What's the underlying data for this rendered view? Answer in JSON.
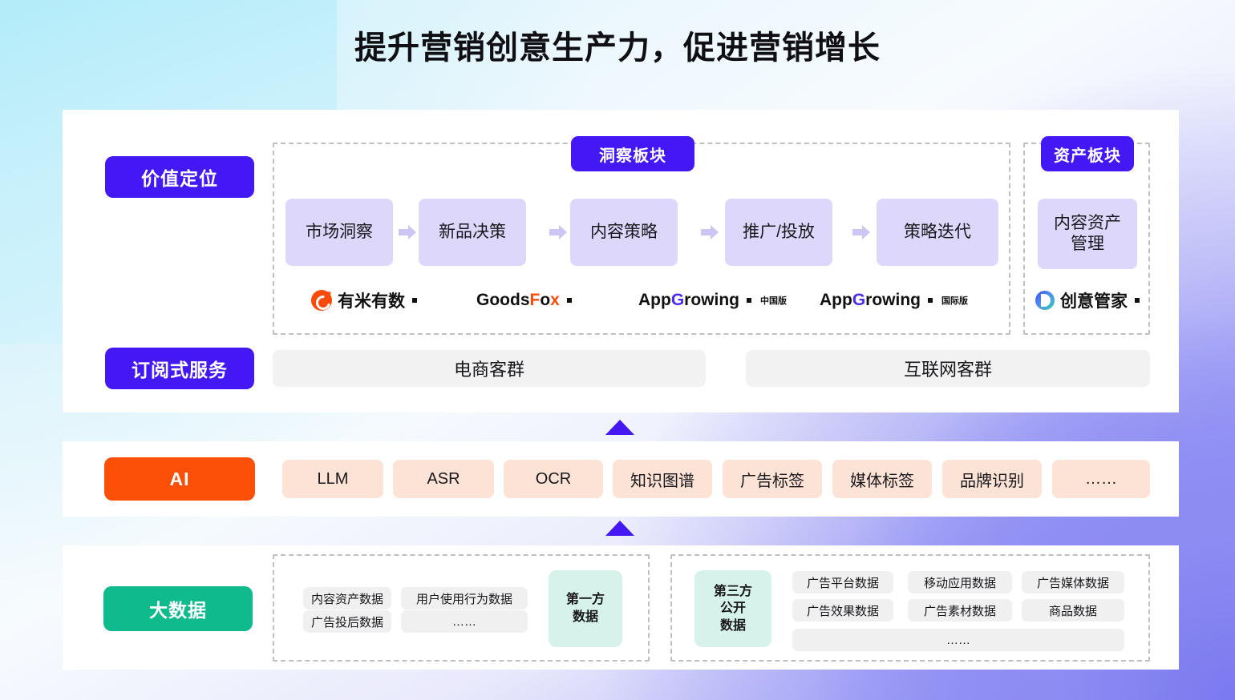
{
  "page": {
    "title": "提升营销创意生产力，促进营销增长"
  },
  "layers": {
    "value_positioning": {
      "badge": "价值定位",
      "section_tags": {
        "insight": "洞察板块",
        "asset": "资产板块"
      },
      "flow_steps": [
        {
          "label": "市场洞察"
        },
        {
          "label": "新品决策"
        },
        {
          "label": "内容策略"
        },
        {
          "label": "推广/投放"
        },
        {
          "label": "策略迭代"
        }
      ],
      "asset_step": {
        "label": "内容资产管理",
        "line1": "内容资产",
        "line2": "管理"
      },
      "brands": [
        {
          "name": "有米有数",
          "icon": "youmi-logo-icon",
          "suffix": ""
        },
        {
          "name": "GoodsFox",
          "icon": "goodsfox-logo-icon",
          "suffix": ""
        },
        {
          "name": "AppGrowing",
          "icon": "appgrowing-logo-icon",
          "suffix": "中国版"
        },
        {
          "name": "AppGrowing",
          "icon": "appgrowing-logo-icon",
          "suffix": "国际版"
        },
        {
          "name": "创意管家",
          "icon": "chuangyi-guanjia-logo-icon",
          "suffix": ""
        }
      ]
    },
    "subscription": {
      "badge": "订阅式服务",
      "segments": [
        "电商客群",
        "互联网客群"
      ]
    },
    "ai": {
      "badge": "AI",
      "tags": [
        "LLM",
        "ASR",
        "OCR",
        "知识图谱",
        "广告标签",
        "媒体标签",
        "品牌识别",
        "……"
      ]
    },
    "big_data": {
      "badge": "大数据",
      "first_party": {
        "label": "第一方数据",
        "line1": "第一方",
        "line2": "数据",
        "items": [
          "内容资产数据",
          "用户使用行为数据",
          "广告投后数据",
          "……"
        ]
      },
      "third_party": {
        "label": "第三方公开数据",
        "line1": "第三方",
        "line2": "公开",
        "line3": "数据",
        "items": [
          "广告平台数据",
          "移动应用数据",
          "广告媒体数据",
          "广告效果数据",
          "广告素材数据",
          "商品数据",
          "……"
        ]
      }
    }
  },
  "colors": {
    "primary_purple": "#4318f5",
    "ai_orange": "#fc4f07",
    "bigdata_green": "#0fba8c",
    "chip_purple": "#ddd8fb",
    "ai_tag_peach": "#fde2d6",
    "neutral_chip": "#f0f0f1"
  }
}
